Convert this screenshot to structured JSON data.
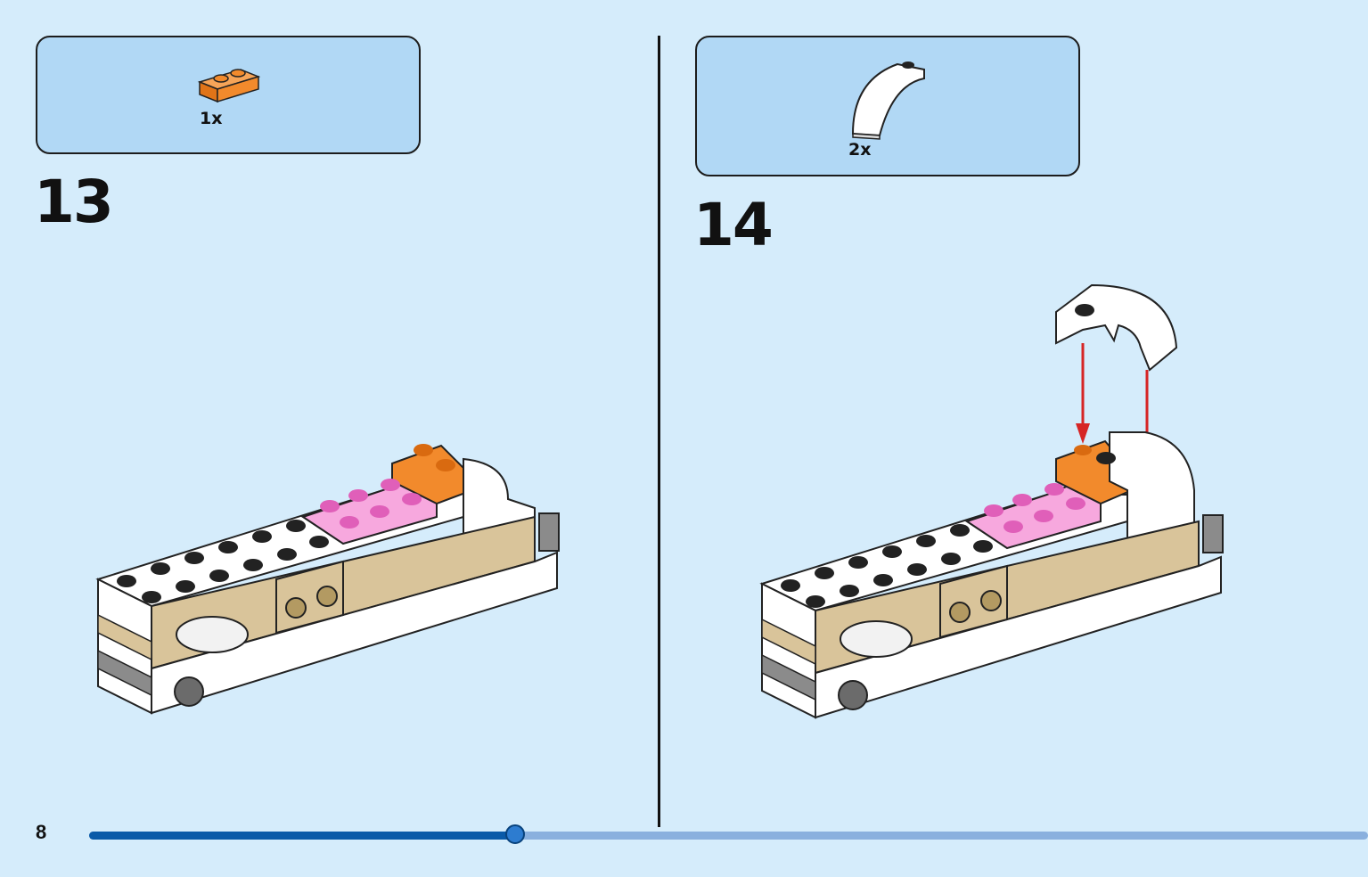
{
  "steps": [
    {
      "number": "13",
      "part_quantity": "1x"
    },
    {
      "number": "14",
      "part_quantity": "2x"
    }
  ],
  "page_number": "8",
  "progress": {
    "fraction": 0.333
  },
  "colors": {
    "background": "#d5ecfb",
    "callout": "#b1d8f5",
    "orange": "#f28a2c",
    "pink": "#f7a8de",
    "tan": "#d9c49a",
    "white": "#ffffff",
    "gray": "#8b8b8b",
    "arrow": "#d62525",
    "progress_done": "#0a5aa8",
    "progress_remaining": "#8ab0de"
  },
  "icons": [
    "orange-plate-1x2-icon",
    "white-curved-slope-icon",
    "train-car-model",
    "red-placement-arrow-icon"
  ]
}
